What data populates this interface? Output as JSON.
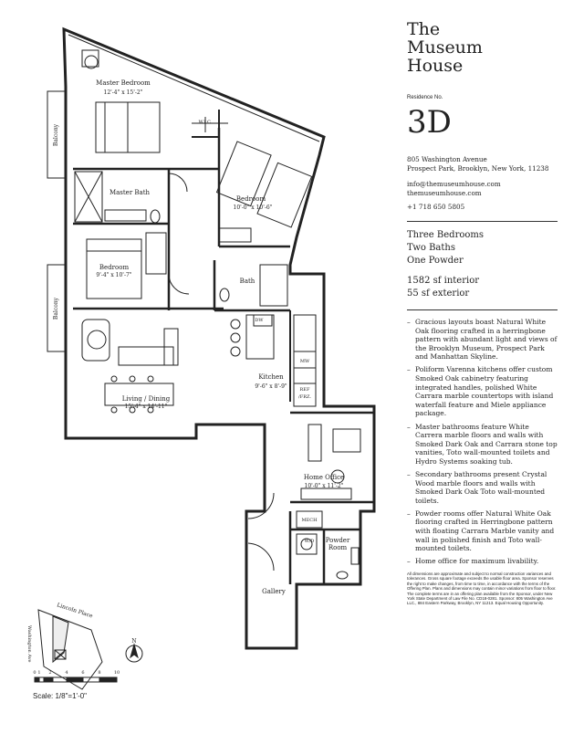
{
  "brand": {
    "line1": "The",
    "line2": "Museum",
    "line3": "House"
  },
  "residence": {
    "label": "Residence No.",
    "number": "3D"
  },
  "address": {
    "line1": "805 Washington Avenue",
    "line2": "Prospect Park, Brooklyn, New York, 11238"
  },
  "contact": {
    "email": "info@themuseumhouse.com",
    "website": "themuseumhouse.com",
    "phone": "+1 718 650 5805"
  },
  "features": {
    "bedrooms": "Three Bedrooms",
    "baths": "Two Baths",
    "powder": "One Powder"
  },
  "area": {
    "interior": "1582 sf interior",
    "exterior": "55 sf exterior"
  },
  "bullets": [
    "Gracious layouts boast Natural White Oak flooring crafted in a herringbone pattern with abundant light and views of the Brooklyn Museum, Prospect Park and Manhattan Skyline.",
    "Poliform Varenna kitchens offer custom Smoked Oak cabinetry featuring integrated handles, polished White Carrara marble countertops with island waterfall feature and Miele appliance package.",
    "Master bathrooms feature White Carrera marble floors and walls with Smoked Dark Oak and Carrara stone top vanities, Toto wall-mounted toilets and Hydro Systems soaking tub.",
    "Secondary bathrooms present Crystal Wood marble floors and walls with Smoked Dark Oak Toto wall-mounted toilets.",
    "Powder rooms offer Natural White Oak flooring crafted in Herringbone pattern with floating Carrara Marble vanity and wall in polished finish and Toto wall-mounted toilets.",
    "Home office for maximum livability."
  ],
  "legal": "All dimensions are approximate and subject to normal construction variances and tolerances. Gross square footage exceeds the usable floor area. Sponsor reserves the right to make changes, from time to time, in accordance with the terms of the Offering Plan. Plans and dimensions may contain minor variations from floor to floor. The complete terms are in an offering plan available from the Sponsor, under New York State Department of Law File No. CD18-0281. Sponsor: 805 Washington Ave LLC., 884 Eastern Parkway, Brooklyn, NY 11213. Equal Housing Opportunity.",
  "rooms": {
    "master_bedroom": {
      "name": "Master Bedroom",
      "dims": "12'-4\" x 15'-2\""
    },
    "wic": "W.I.C.",
    "master_bath": "Master Bath",
    "bedroom2": {
      "name": "Bedroom",
      "dims": "10'-0\" x 10'-6\""
    },
    "bedroom3": {
      "name": "Bedroom",
      "dims": "9'-4\" x 10'-7\""
    },
    "bath": "Bath",
    "balcony1": "Balcony",
    "balcony2": "Balcony",
    "living": {
      "name": "Living / Dining",
      "dims": "15'-4\" x 14'-11\""
    },
    "kitchen": {
      "name": "Kitchen",
      "dims": "9'-6\" x 8'-9\""
    },
    "dw": "DW",
    "mw": "MW",
    "ref1": "REF",
    "ref2": "/FRZ.",
    "office": {
      "name": "Home Office",
      "dims": "10'-0\" x 11'-2\""
    },
    "mech": "MECH",
    "wd": "W/D",
    "powder1": "Powder",
    "powder2": "Room",
    "gallery": "Gallery"
  },
  "keyplan": {
    "street1": "Lincoln Place",
    "street2": "Washington Ave",
    "north": "N"
  },
  "scale": {
    "ticks": [
      "0",
      "1",
      "2",
      "4",
      "6",
      "8",
      "10"
    ],
    "label": "Scale: 1/8\"=1'-0\""
  },
  "colors": {
    "wall": "#ffffff",
    "line": "#222222",
    "fixture": "#444444"
  }
}
